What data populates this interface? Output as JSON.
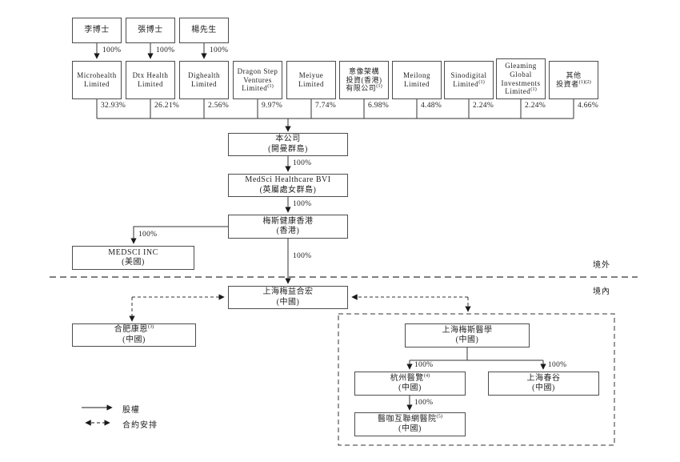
{
  "pct100": "100%",
  "region": {
    "offshore": "境外",
    "onshore": "境內"
  },
  "legend": {
    "equity": "股權",
    "contract": "合約安排"
  },
  "nodes": {
    "person1": {
      "title": "李博士"
    },
    "person2": {
      "title": "張博士"
    },
    "person3": {
      "title": "楊先生"
    },
    "sh1": {
      "title": "Microhealth\nLimited",
      "pct": "32.93%"
    },
    "sh2": {
      "title": "Dtx Health\nLimited",
      "pct": "26.21%"
    },
    "sh3": {
      "title": "Dighealth\nLimited",
      "pct": "2.56%"
    },
    "sh4": {
      "title": "Dragon Step\nVentures\nLimited",
      "sup": "(1)",
      "pct": "9.97%"
    },
    "sh5": {
      "title": "Meiyue\nLimited",
      "pct": "7.74%"
    },
    "sh6": {
      "title": "意像架構\n投資(香港)\n有限公司",
      "sup": "(1)",
      "pct": "6.98%"
    },
    "sh7": {
      "title": "Meilong\nLimited",
      "pct": "4.48%"
    },
    "sh8": {
      "title": "Sinodigital\nLimited",
      "sup": "(1)",
      "pct": "2.24%"
    },
    "sh9": {
      "title": "Gleaming\nGlobal\nInvestments\nLimited",
      "sup": "(1)",
      "pct": "2.24%"
    },
    "sh10": {
      "title": "其他\n投資者",
      "sup": "(1)(2)",
      "pct": "4.66%"
    },
    "company": {
      "title": "本公司",
      "subtitle": "(開曼群島)"
    },
    "bvi": {
      "title": "MedSci Healthcare BVI",
      "subtitle": "(英屬處女群島)"
    },
    "hk": {
      "title": "梅斯健康香港",
      "subtitle": "(香港)"
    },
    "medsci_inc": {
      "title": "MEDSCI INC",
      "subtitle": "(美國)"
    },
    "wfoe": {
      "title": "上海梅益合宏",
      "subtitle": "(中國)"
    },
    "hefei": {
      "title": "合肥康恩",
      "sup": "(3)",
      "subtitle": "(中國)"
    },
    "medsci_med": {
      "title": "上海梅斯醫學",
      "subtitle": "(中國)"
    },
    "hangzhou": {
      "title": "杭州醫覽",
      "sup": "(4)",
      "subtitle": "(中國)"
    },
    "chungu": {
      "title": "上海春谷",
      "subtitle": "(中國)"
    },
    "hospital": {
      "title": "醫咖互聯網醫院",
      "sup": "(5)",
      "subtitle": "(中國)"
    }
  }
}
